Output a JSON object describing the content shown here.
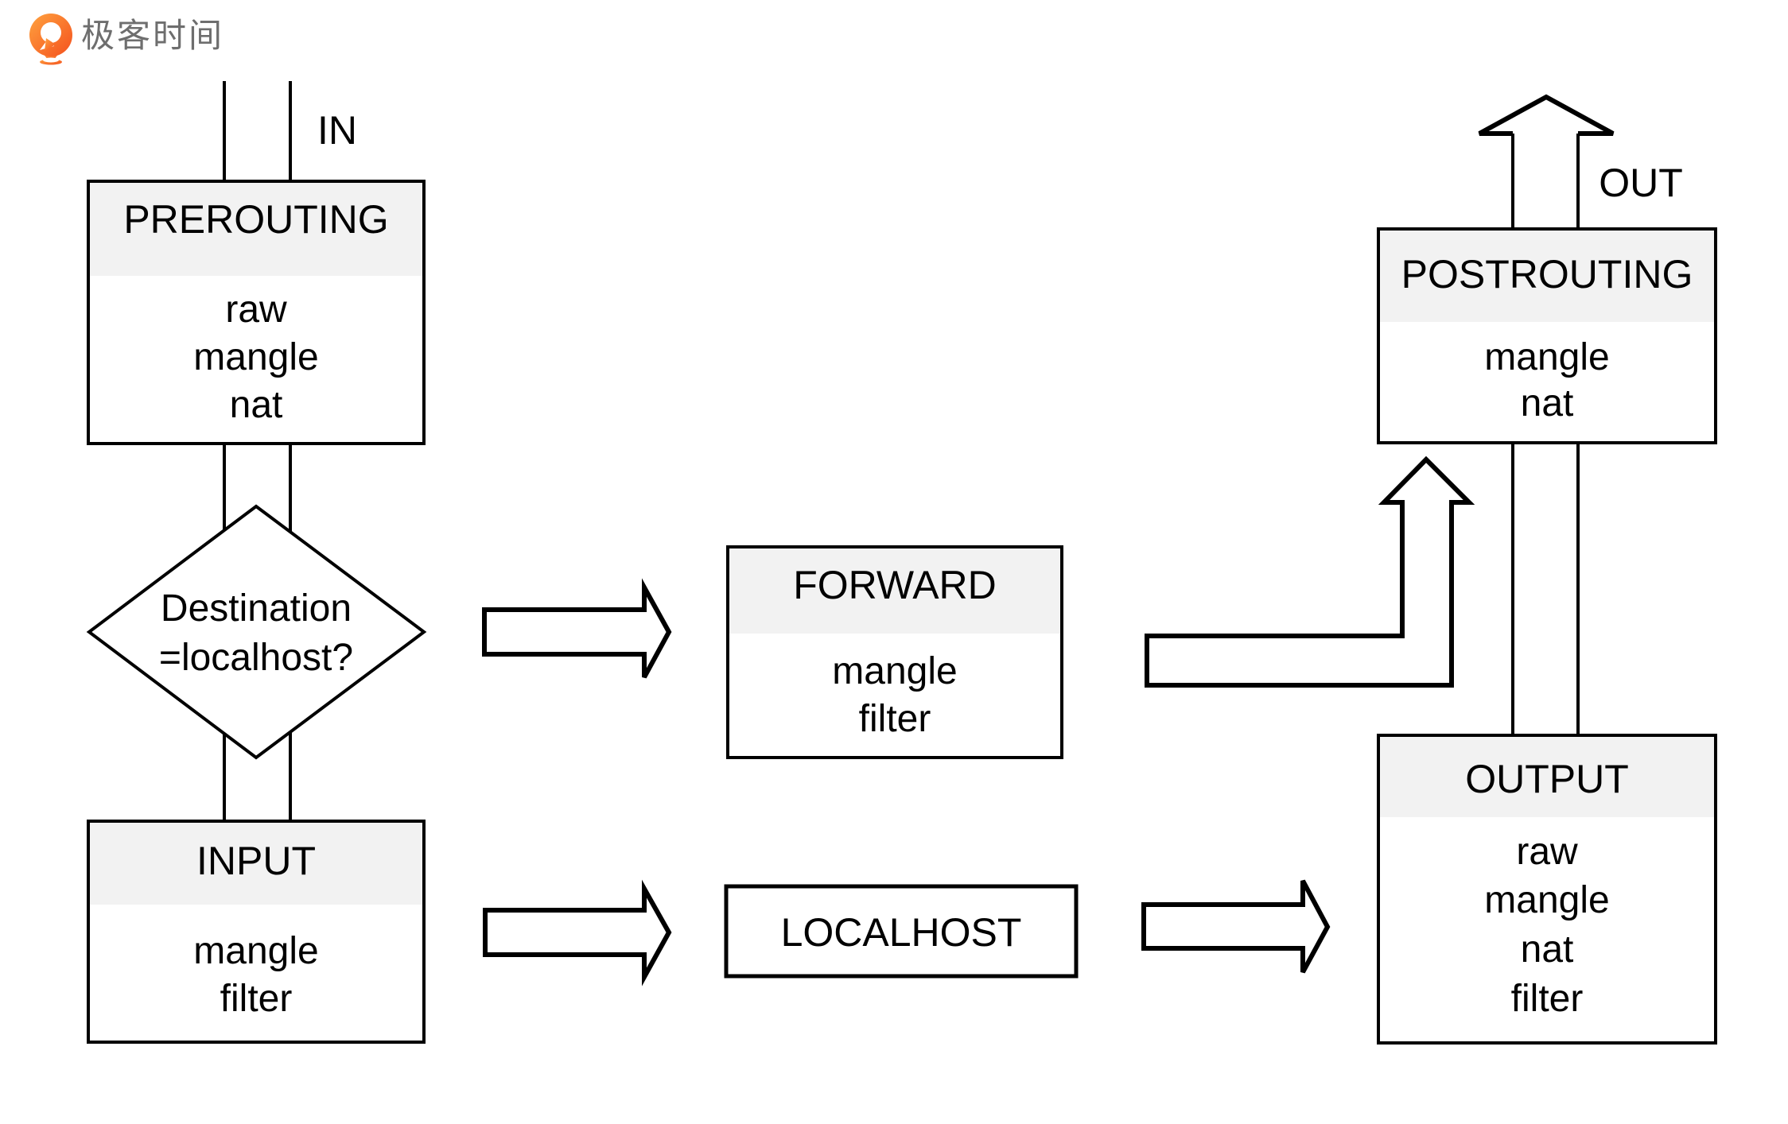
{
  "brand": {
    "name": "极客时间",
    "icon": "geektime-pin-icon",
    "orange": "#F97722",
    "text_color": "#6E6E6E"
  },
  "flow": {
    "in_label": "IN",
    "out_label": "OUT",
    "decision": {
      "line1": "Destination",
      "line2": "=localhost?"
    },
    "localhost": {
      "title": "LOCALHOST"
    },
    "chains": {
      "prerouting": {
        "title": "PREROUTING",
        "tables": [
          "raw",
          "mangle",
          "nat"
        ]
      },
      "input": {
        "title": "INPUT",
        "tables": [
          "mangle",
          "filter"
        ]
      },
      "forward": {
        "title": "FORWARD",
        "tables": [
          "mangle",
          "filter"
        ]
      },
      "output": {
        "title": "OUTPUT",
        "tables": [
          "raw",
          "mangle",
          "nat",
          "filter"
        ]
      },
      "postrouting": {
        "title": "POSTROUTING",
        "tables": [
          "mangle",
          "nat"
        ]
      }
    }
  },
  "colors": {
    "header_fill": "#F2F2F2",
    "line": "#000000",
    "background": "#FFFFFF"
  }
}
